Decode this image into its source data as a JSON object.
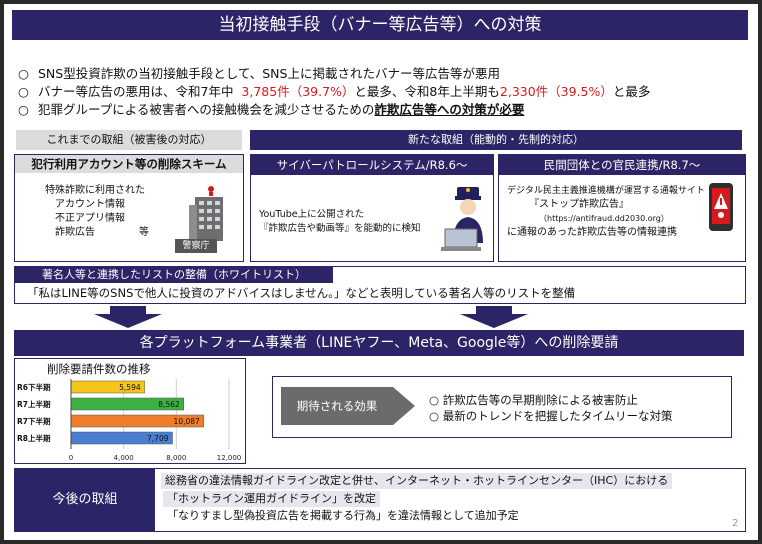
{
  "title": "当初接触手段（バナー等広告等）への対策",
  "bullets": {
    "b1": "SNS型投資詐欺の当初接触手段として、SNS上に掲載されたバナー等広告等が悪用",
    "b2_a": "バナー等広告の悪用は、令和7年中",
    "b2_b": "3,785件（39.7%）",
    "b2_c": "と最多、令和8年上半期も",
    "b2_d": "2,330件（39.5%）",
    "b2_e": "と最多",
    "b3_a": "犯罪グループによる被害者への接触機会を減少させるための",
    "b3_b": "詐欺広告等への対策が必要",
    "marker": "○"
  },
  "left_header": "これまでの取組（被害後の対応）",
  "right_header": "新たな取組（能動的・先制的対応）",
  "scheme": {
    "title": "犯行利用アカウント等の削除スキーム",
    "lines": [
      "特殊詐欺に利用された",
      "アカウント情報",
      "不正アプリ情報",
      "詐欺広告"
    ],
    "etc": "等",
    "police_label": "警察庁"
  },
  "patrol": {
    "title": "サイバーパトロールシステム/R8.6～",
    "line1": "YouTube上に公開された",
    "line2": "『詐欺広告や動画等』を能動的に検知"
  },
  "partner": {
    "title": "民間団体との官民連携/R8.7～",
    "line1": "デジタル民主主義推進機構が運営する通報サイト",
    "line2": "『ストップ詐欺広告』",
    "line3": "（https://antifraud.dd2030.org）",
    "line4": "に通報のあった詐欺広告等の情報連携"
  },
  "whitelist": {
    "title": "著名人等と連携したリストの整備（ホワイトリスト）",
    "text": "「私はLINE等のSNSで他人に投資のアドバイスはしません。」などと表明している著名人等のリストを整備"
  },
  "request_bar": "各プラットフォーム事業者（LINEヤフー、Meta、Google等）への削除要請",
  "effects": {
    "label": "期待される効果",
    "items": [
      "詐欺広告等の早期削除による被害防止",
      "最新のトレンドを把握したタイムリーな対策"
    ]
  },
  "future": {
    "label": "今後の取組",
    "line1": "総務省の違法情報ガイドライン改定と併せ、インターネット・ホットラインセンター（IHC）における",
    "line2": "「ホットライン運用ガイドライン」を改定",
    "line3": "「なりすまし型偽投資広告を掲載する行為」を違法情報として追加予定"
  },
  "page_number": "2",
  "chart_data": {
    "type": "bar",
    "orientation": "horizontal",
    "title": "削除要請件数の推移",
    "categories": [
      "R6下半期",
      "R7上半期",
      "R7下半期",
      "R8上半期"
    ],
    "values": [
      5594,
      8562,
      10087,
      7709
    ],
    "value_labels": [
      "5,594",
      "8,562",
      "10,087",
      "7,709"
    ],
    "colors": [
      "#f5c518",
      "#3cb043",
      "#f07d2b",
      "#4a7fd0"
    ],
    "xlim": [
      0,
      12000
    ],
    "xticks": [
      0,
      4000,
      8000,
      12000
    ],
    "xtick_labels": [
      "0",
      "4,000",
      "8,000",
      "12,000"
    ],
    "xlabel": "",
    "ylabel": ""
  }
}
